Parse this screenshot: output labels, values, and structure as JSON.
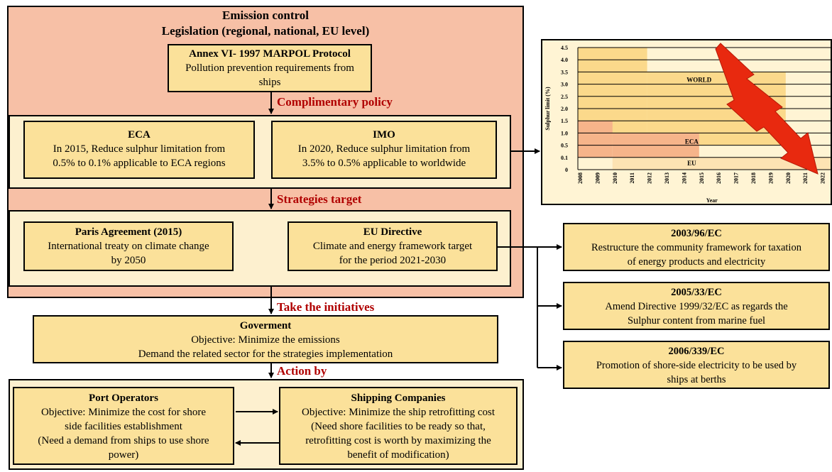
{
  "header": {
    "title": "Emission control",
    "subtitle": "Legislation (regional, national, EU level)"
  },
  "marpol": {
    "title": "Annex VI- 1997 MARPOL Protocol",
    "line1": "Pollution prevention requirements from",
    "line2": "ships"
  },
  "labels": {
    "complimentary": "Complimentary policy",
    "strategies": "Strategies target",
    "initiatives": "Take the initiatives",
    "action": "Action by"
  },
  "eca": {
    "title": "ECA",
    "line1": "In 2015, Reduce sulphur limitation from",
    "line2": "0.5% to 0.1% applicable to ECA regions"
  },
  "imo": {
    "title": "IMO",
    "line1": "In 2020, Reduce sulphur limitation from",
    "line2": "3.5% to 0.5% applicable to worldwide"
  },
  "paris": {
    "title": "Paris Agreement (2015)",
    "line1": "International treaty on climate change",
    "line2": "by 2050"
  },
  "eu_directive": {
    "title": "EU Directive",
    "line1": "Climate and energy framework target",
    "line2": "for the period 2021-2030"
  },
  "directives": [
    {
      "title": "2003/96/EC",
      "line1": "Restructure the community framework for taxation",
      "line2": "of energy products and electricity"
    },
    {
      "title": "2005/33/EC",
      "line1": "Amend Directive 1999/32/EC as regards the",
      "line2": "Sulphur content from marine fuel"
    },
    {
      "title": "2006/339/EC",
      "line1": "Promotion of shore-side electricity to be used by",
      "line2": "ships at berths"
    }
  ],
  "government": {
    "title": "Goverment",
    "line1": "Objective: Minimize the emissions",
    "line2": "Demand the related sector for the strategies implementation"
  },
  "port": {
    "title": "Port Operators",
    "line1": "Objective: Minimize the cost for shore",
    "line2": "side facilities establishment",
    "line3": "(Need a demand from ships to use shore",
    "line4": "power)"
  },
  "shipping": {
    "title": "Shipping Companies",
    "line1": "Objective: Minimize the ship retrofitting cost",
    "line2": "(Need shore facilities to be ready so that,",
    "line3": "retrofitting cost is worth by maximizing the",
    "line4": "benefit of modification)"
  },
  "chart_data": {
    "type": "area",
    "ylabel": "Sulphur limit (%)",
    "xlabel": "Year",
    "categories": [
      "2008",
      "2009",
      "2010",
      "2011",
      "2012",
      "2013",
      "2014",
      "2015",
      "2016",
      "2017",
      "2018",
      "2019",
      "2020",
      "2021",
      "2022"
    ],
    "y_ticks": [
      "4.5",
      "4.0",
      "3.5",
      "3.0",
      "2.5",
      "2.0",
      "1.5",
      "1.0",
      "0.5",
      "0.1",
      "0"
    ],
    "series": [
      {
        "name": "WORLD",
        "segments": [
          {
            "from": "2008",
            "to": "2012",
            "value": 4.5
          },
          {
            "from": "2012",
            "to": "2020",
            "value": 3.5
          },
          {
            "from": "2020",
            "to": "2022",
            "value": 0.5
          }
        ]
      },
      {
        "name": "ECA",
        "segments": [
          {
            "from": "2008",
            "to": "2010",
            "value": 1.5
          },
          {
            "from": "2010",
            "to": "2015",
            "value": 1.0
          },
          {
            "from": "2015",
            "to": "2022",
            "value": 0.1
          }
        ]
      },
      {
        "name": "EU",
        "segments": [
          {
            "from": "2010",
            "to": "2022",
            "value": 0.1
          }
        ]
      }
    ],
    "colors": {
      "world": "#fbd98b",
      "eca": "#f6b48a",
      "eu": "#fde3b3",
      "bg": "#fff4d4",
      "arrow": "#e8290f"
    }
  }
}
